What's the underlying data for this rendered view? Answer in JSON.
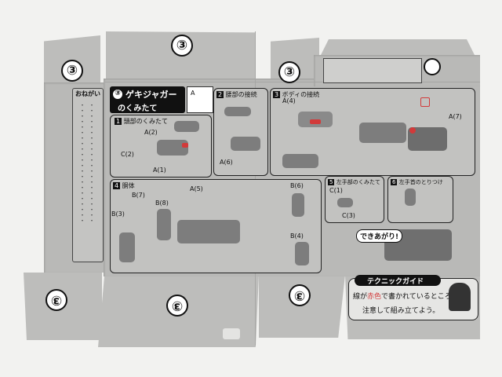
{
  "badge_number": "③",
  "instructions": {
    "title_num": "③",
    "title_line1": "ゲキジャガー",
    "title_line2": "のくみたて",
    "notes_heading": "おねがい",
    "runner_label_a": "A",
    "steps": [
      {
        "num": "1",
        "title": "頭部のくみたて"
      },
      {
        "num": "2",
        "title": "腰部の接続"
      },
      {
        "num": "3",
        "title": "ボディの接続"
      },
      {
        "num": "4",
        "title": "胴体"
      },
      {
        "num": "5",
        "title": "左手部のくみたて"
      },
      {
        "num": "6",
        "title": "左手首のとりつけ"
      }
    ],
    "parts": [
      "A(4)",
      "A(6)",
      "A(2)",
      "B(7)",
      "B(8)",
      "B(6)",
      "B(3)",
      "B(4)",
      "A(5)",
      "C(1)",
      "C(2)",
      "C(3)",
      "A(1)",
      "A(7)"
    ],
    "done_label": "できあがり!"
  },
  "technique": {
    "title": "テクニックガイド",
    "line1_pre": "線が",
    "line1_red": "赤色",
    "line1_post": "で書かれているところは",
    "line2": "注意して組み立てよう。"
  },
  "colors": {
    "card": "#b9b9b7",
    "background": "#f2f2f0",
    "accent_red": "#d23a3a",
    "ink": "#111111"
  }
}
